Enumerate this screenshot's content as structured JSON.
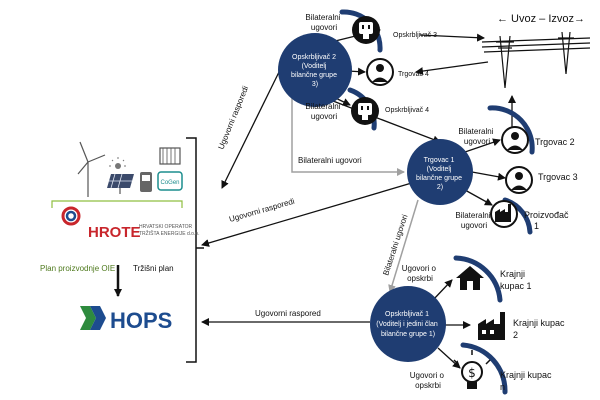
{
  "hub_supplier2": [
    "Opskrbljivač 2",
    "(Voditelj",
    "bilančne grupe",
    "3)"
  ],
  "hub_trader1": [
    "Trgovac 1",
    "(Voditelj",
    "bilančne grupe",
    "2)"
  ],
  "hub_supplier1": [
    "Opskrbljivač 1",
    "(Voditelj i jedini član",
    "bilančne grupe 1)"
  ],
  "import_export": "← Uvoz – Izvoz→",
  "labels": {
    "bilateralni": [
      "Bilateralni",
      "ugovori"
    ],
    "opskrbljivac3": "Opskrbljivač 3",
    "opskrbljivac4": "Opskrbljivač 4",
    "trgovac4": "Trgovac 4",
    "trgovac2": "Trgovac 2",
    "trgovac3": "Trgovac 3",
    "proizvodac1": [
      "Proizvođač",
      "1"
    ],
    "bilateralni_line": "Bilateralni ugovori",
    "ugovori_o_opskrbi": [
      "Ugovori o",
      "opskrbi"
    ],
    "krajnji1": [
      "Krajnji",
      "kupac 1"
    ],
    "krajnji2": [
      "Krajnji kupac",
      "2"
    ],
    "krajnjin": [
      "Krajnji kupac",
      "n"
    ],
    "ugovorni_rasporedi": "Ugovorni rasporedi",
    "ugovorni_raspored": "Ugovorni raspored",
    "plan_oie": "Plan proizvodnje OIE",
    "trzisni_plan": "Tržišni plan"
  },
  "hrote": {
    "name": "HROTE",
    "sub": [
      "HRVATSKI OPERATOR",
      "TRŽIŠTA ENERGIJE d.o.o."
    ]
  },
  "hops": "HOPS",
  "cogen": "CoGen",
  "colors": {
    "hub": "#1f3d72",
    "arc": "#1f3d72",
    "green_text": "#4f7a1e",
    "hops_green": "#2e8b3e",
    "hops_blue": "#1d4c8f",
    "hrote_red": "#c8262c"
  }
}
